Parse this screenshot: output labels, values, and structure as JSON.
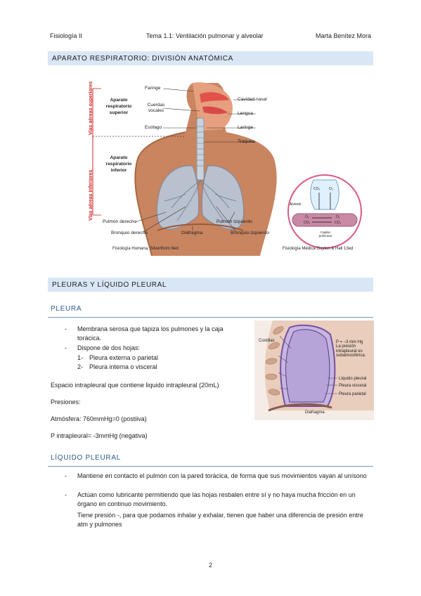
{
  "header": {
    "left": "Fisiología II",
    "center": "Tema 1.1: Ventilación pulmonar y alveolar",
    "right": "Marta Benítez Mora"
  },
  "section1": {
    "title": "APARATO RESPIRATORIO: DIVISIÓN ANATÓMICA",
    "figure": {
      "vertical_labels": [
        "Vías aéreas superiores",
        "Vías aéreas inferiores"
      ],
      "upper_label": "Aparato respiratorio superior",
      "lower_label": "Aparato respiratorio inferior",
      "labels_left": [
        "Faringe",
        "Cuerdas vocales",
        "Esófago",
        "Pulmón derecho",
        "Bronquio derecho"
      ],
      "labels_right": [
        "Cavidad nasal",
        "Lengua",
        "Laringe",
        "Tráquea",
        "Pulmón izquierdo",
        "Bronquio izquierdo"
      ],
      "label_bottom": "Diafragma",
      "caption_left": "Fisiología Humana, Silverthorn 8ed",
      "caption_right": "Fisiología Médica Guyton & Hall 13ed",
      "inset_labels": [
        "CO₂",
        "O₂",
        "Alvéolo",
        "O₂",
        "O₂",
        "CO₂",
        "CO₂",
        "Capilar pulmonar"
      ]
    }
  },
  "section2": {
    "title": "PLEURAS Y LÍQUIDO PLEURAL",
    "pleura": {
      "title": "PLEURA",
      "bullets": [
        "Membrana serosa que tapiza los pulmones y la caja torácica.",
        "Dispone de dos hojas:"
      ],
      "subitems": [
        {
          "num": "1-",
          "text": "Pleura externa o parietal"
        },
        {
          "num": "2-",
          "text": "Pleura interna o visceral"
        }
      ],
      "paragraphs": [
        "Espacio intrapleural que contiene liquido intrapleural (20mL)",
        "Presiones:",
        "Atmósfera: 760mmHg=0 (postiiva)",
        "P intrapleural= -3mmHg (negativa)"
      ],
      "figure": {
        "labels": [
          "Costillas",
          "P = –3 mm Hg",
          "La presión intrapleural es subatmosférica.",
          "Líquido pleural",
          "Pleura visceral",
          "Pleura parietal",
          "Diafragma"
        ]
      }
    },
    "liquido": {
      "title": "LÍQUIDO PLEURAL",
      "bullets": [
        "Mantiene en contacto el pulmón con la pared torácica, de forma que sus movimientos vayan al unísono",
        "Actúan como lubricante permitiendo que las hojas resbalen entre sí y no haya mucha fricción en un órgano en continuo movimiento."
      ],
      "extra": "Tiene presión -, para que podamos inhalar y exhalar, tienen que haber una diferencia de presión entre atm y pulmones"
    }
  },
  "footer": {
    "page_number": "2"
  },
  "colors": {
    "bar": "#d9e6f5",
    "subheading": "#2c5b8c",
    "accent_red": "#d02424"
  }
}
